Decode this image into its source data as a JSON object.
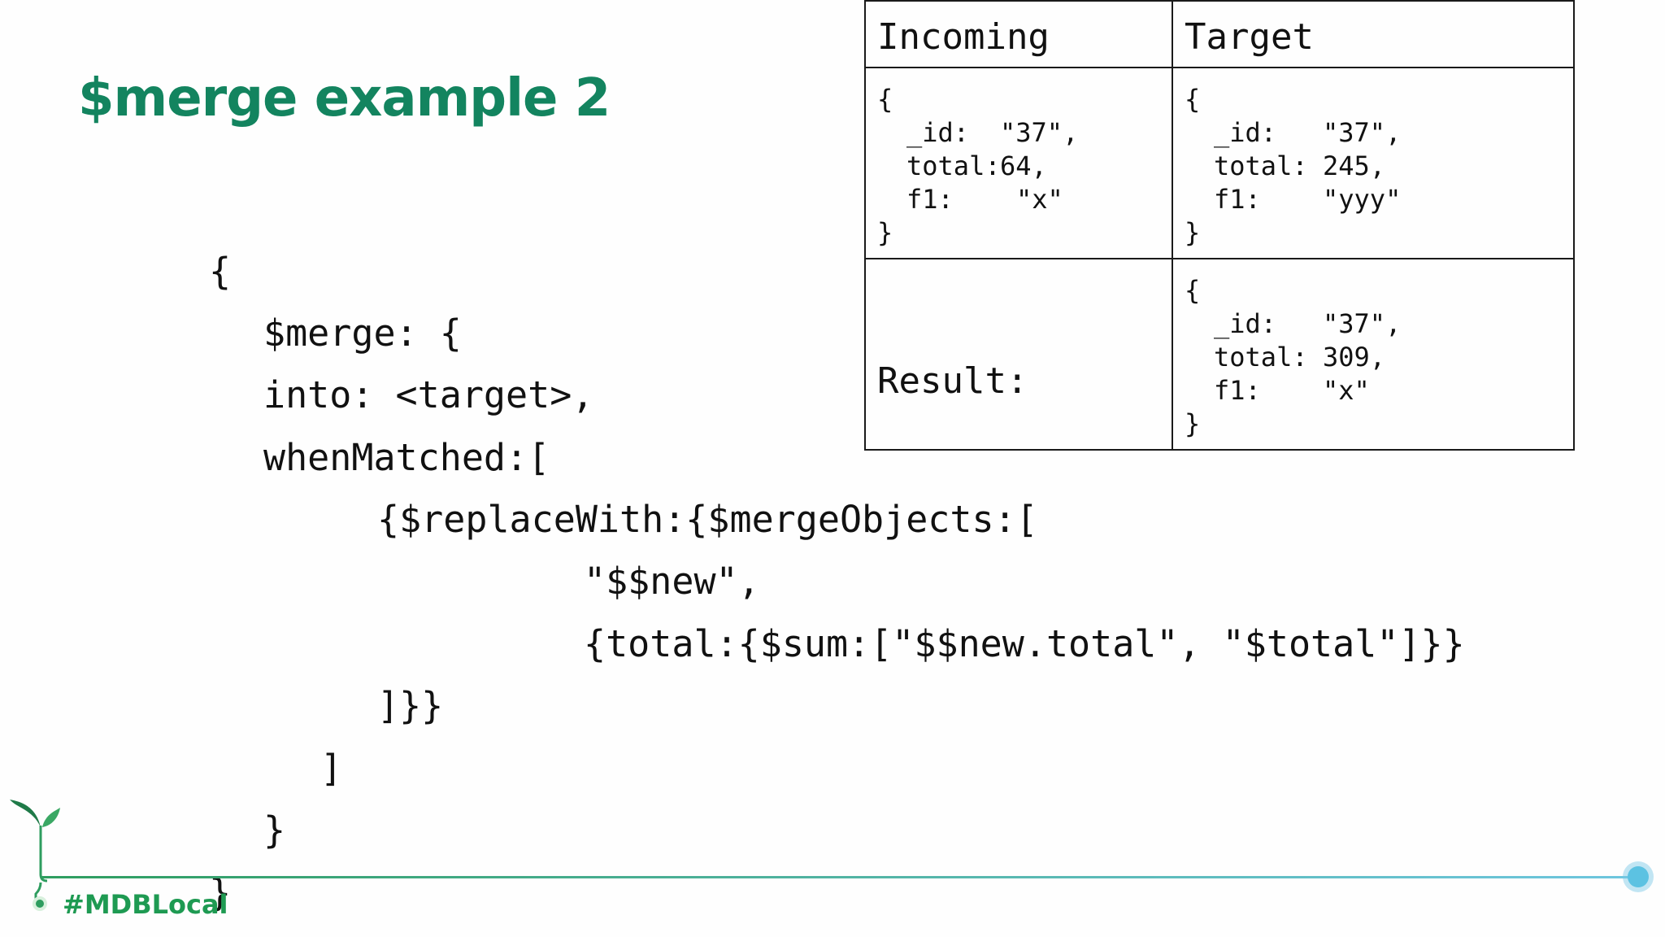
{
  "slide": {
    "title": "$merge example 2",
    "hashtag": "#MDBLocal"
  },
  "code": {
    "lines": [
      "{",
      "$merge: {",
      "into: <target>,",
      "whenMatched:[",
      "{$replaceWith:{$mergeObjects:[",
      "\"$$new\",",
      "{total:{$sum:[\"$$new.total\", \"$total\"]}}",
      "]}}",
      "]",
      "}",
      "}"
    ]
  },
  "table": {
    "headers": {
      "incoming": "Incoming",
      "target": "Target"
    },
    "result_label": "Result:",
    "incoming": {
      "open": "{",
      "id_key": "_id:",
      "id_val": "\"37\",",
      "total_key": "total:",
      "total_val": "64,",
      "f1_key": "f1:",
      "f1_val": "\"x\"",
      "close": "}"
    },
    "target": {
      "open": "{",
      "id_key": "_id:",
      "id_val": "\"37\",",
      "total_key": "total:",
      "total_val": "245,",
      "f1_key": "f1:",
      "f1_val": "\"yyy\"",
      "close": "}"
    },
    "result": {
      "open": "{",
      "id_key": "_id:",
      "id_val": "\"37\",",
      "total_key": "total:",
      "total_val": "309,",
      "f1_key": "f1:",
      "f1_val": "\"x\"",
      "close": "}"
    }
  },
  "colors": {
    "title": "#13845f",
    "hashtag": "#1e9a52",
    "line_start": "#2e9d5f",
    "line_end": "#6ec6df"
  },
  "icons": [
    "sprout-icon",
    "timeline-end-dot-icon"
  ]
}
